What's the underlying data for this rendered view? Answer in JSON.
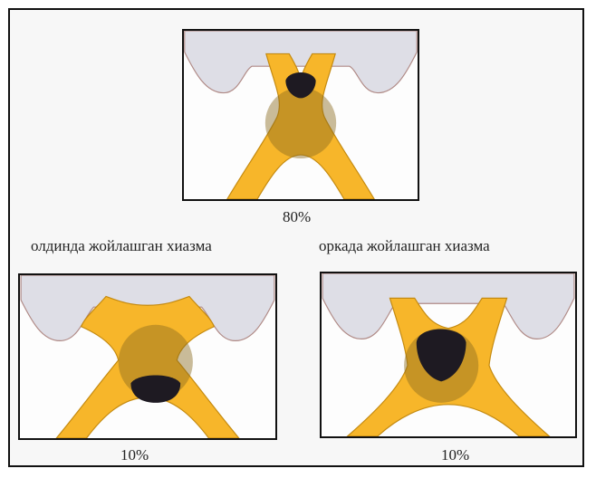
{
  "panels": {
    "top": {
      "percent": "80%"
    },
    "left": {
      "caption": "олдинда жойлашган хиазма",
      "percent": "10%"
    },
    "right": {
      "caption": "оркада жойлашган хиазма",
      "percent": "10%"
    }
  },
  "colors": {
    "optic_yellow": "#f7b62a",
    "optic_outline": "#c48a10",
    "sella_gray": "#dedee6",
    "pituitary_overlay": "#8a6a1e",
    "dark_mass": "#1e1a22",
    "frame_border": "#111111"
  }
}
